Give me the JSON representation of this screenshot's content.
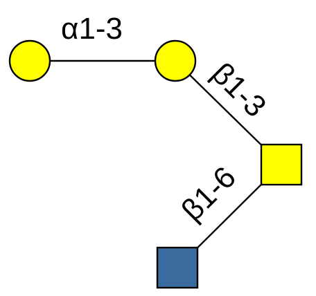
{
  "glycan": {
    "colors": {
      "galactose": "#FFFF00",
      "glcnac_blue": "#3A6B9E",
      "outline": "#000000"
    },
    "nodes": [
      {
        "id": "gal-1",
        "shape": "circle",
        "color": "#FFFF00"
      },
      {
        "id": "gal-2",
        "shape": "circle",
        "color": "#FFFF00"
      },
      {
        "id": "galnac",
        "shape": "square",
        "color": "#FFFF00"
      },
      {
        "id": "glcnac",
        "shape": "square",
        "color": "#3A6B9E"
      }
    ],
    "links": [
      {
        "from": "gal-1",
        "to": "gal-2",
        "label": "α1-3"
      },
      {
        "from": "gal-2",
        "to": "galnac",
        "label": "β1-3"
      },
      {
        "from": "galnac",
        "to": "glcnac",
        "label": "β1-6"
      }
    ]
  }
}
